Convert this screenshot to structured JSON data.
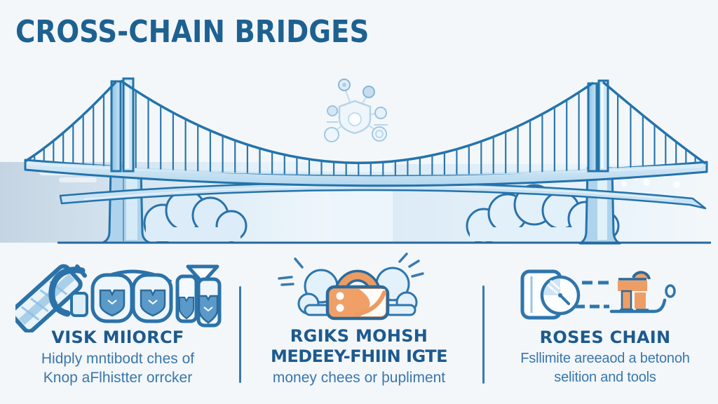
{
  "title": "CROSS-CHAIN BRIDGES",
  "columns": [
    {
      "icon": "tools-and-shields-icon",
      "heading": "VISK MIlORCF",
      "lines": [
        "Hidply mntibodt ches of",
        "Knop aFlhistter orrcker"
      ]
    },
    {
      "icon": "padlock-with-clouds-icon",
      "heading": "RGIKS MOHSH",
      "heading2": "MEDEEY-FHIIN IGTE",
      "lines": [
        "money chees or þupliment"
      ]
    },
    {
      "icon": "clock-transfer-lock-icon",
      "heading": "ROSES CHAIN",
      "lines": [
        "Fsllimite areeaod a betonoh",
        "selition and tools"
      ]
    }
  ],
  "illustration": {
    "type": "suspension-bridge",
    "elements": [
      "left-tower",
      "right-tower",
      "main-cables",
      "suspender-ropes",
      "bridge-deck",
      "lower-ramp",
      "clouds",
      "network-node-cluster",
      "ground-line"
    ]
  },
  "colors": {
    "background": "#f3f7fa",
    "title": "#1d6191",
    "heading": "#1d5a8e",
    "body_text": "#3a76ac",
    "bridge_outline": "#2373ab",
    "bridge_fill_light": "#cfe6f5",
    "accent_orange": "#e9945c",
    "divider": "#2e6da4"
  }
}
